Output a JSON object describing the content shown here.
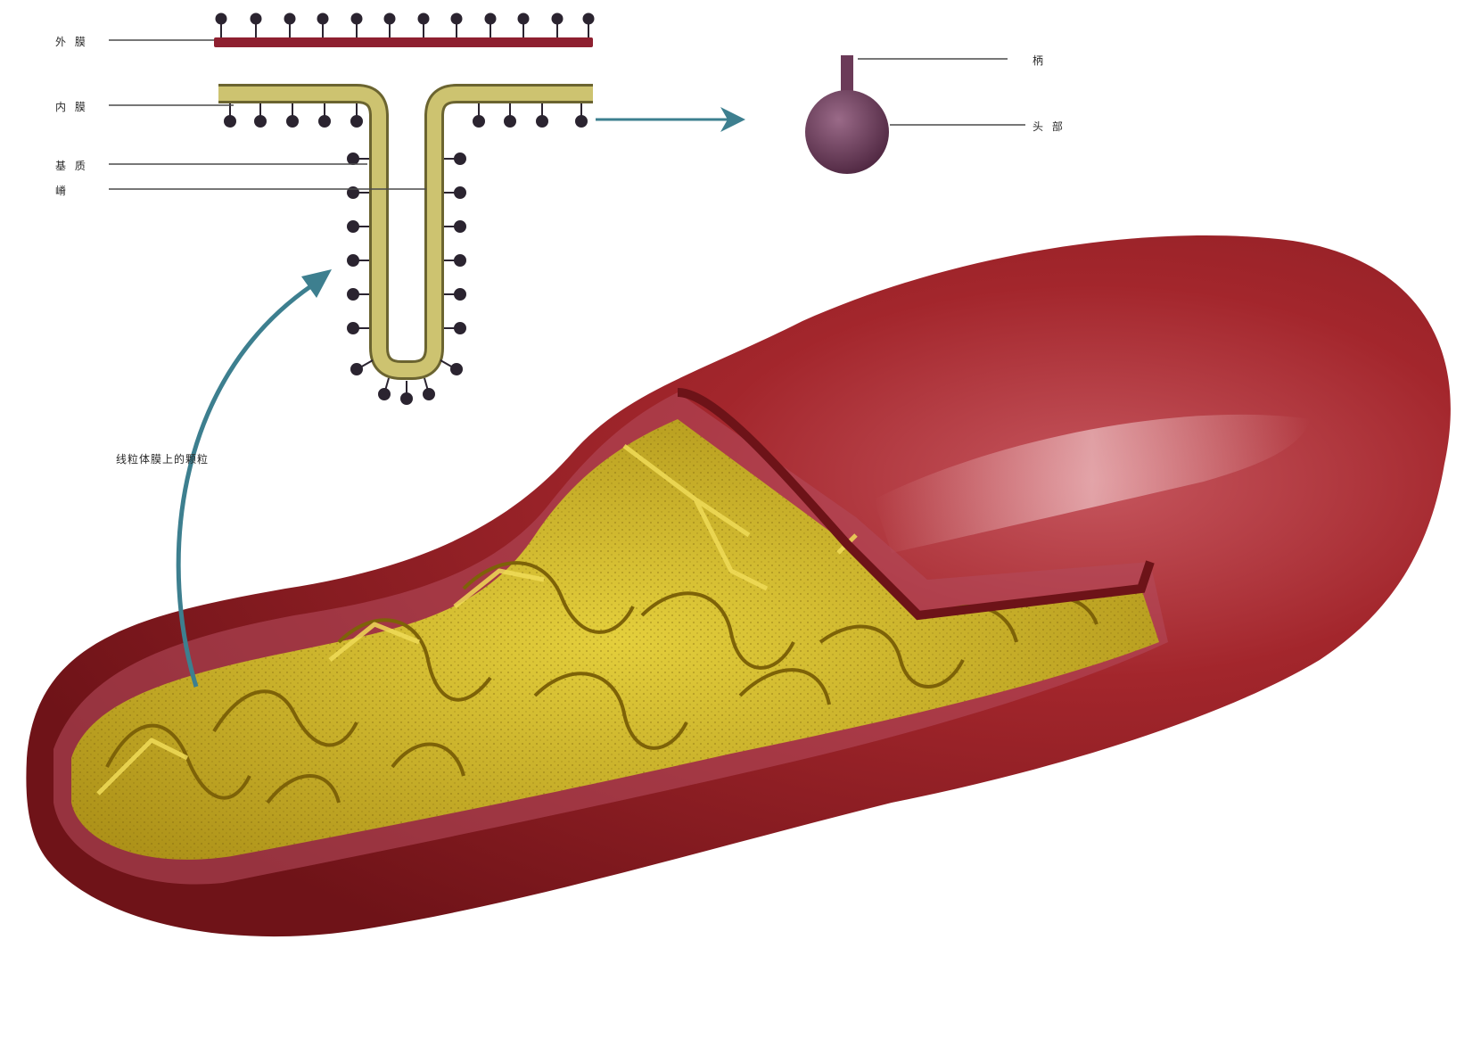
{
  "labels": {
    "outer_membrane": "外 膜",
    "inner_membrane": "内 膜",
    "matrix": "基 质",
    "crista": "嵴",
    "stalk": "柄",
    "head": "头 部",
    "particles_caption": "线粒体膜上的颗粒"
  },
  "colors": {
    "outer_membrane": "#8e2030",
    "inner_membrane": "#c9c06a",
    "particle": "#2b2430",
    "arrow": "#3d7f8f",
    "mitochondrion_body": "#8f1c20",
    "cristae": "#d8c233",
    "head_sphere": "#6b3a58"
  }
}
